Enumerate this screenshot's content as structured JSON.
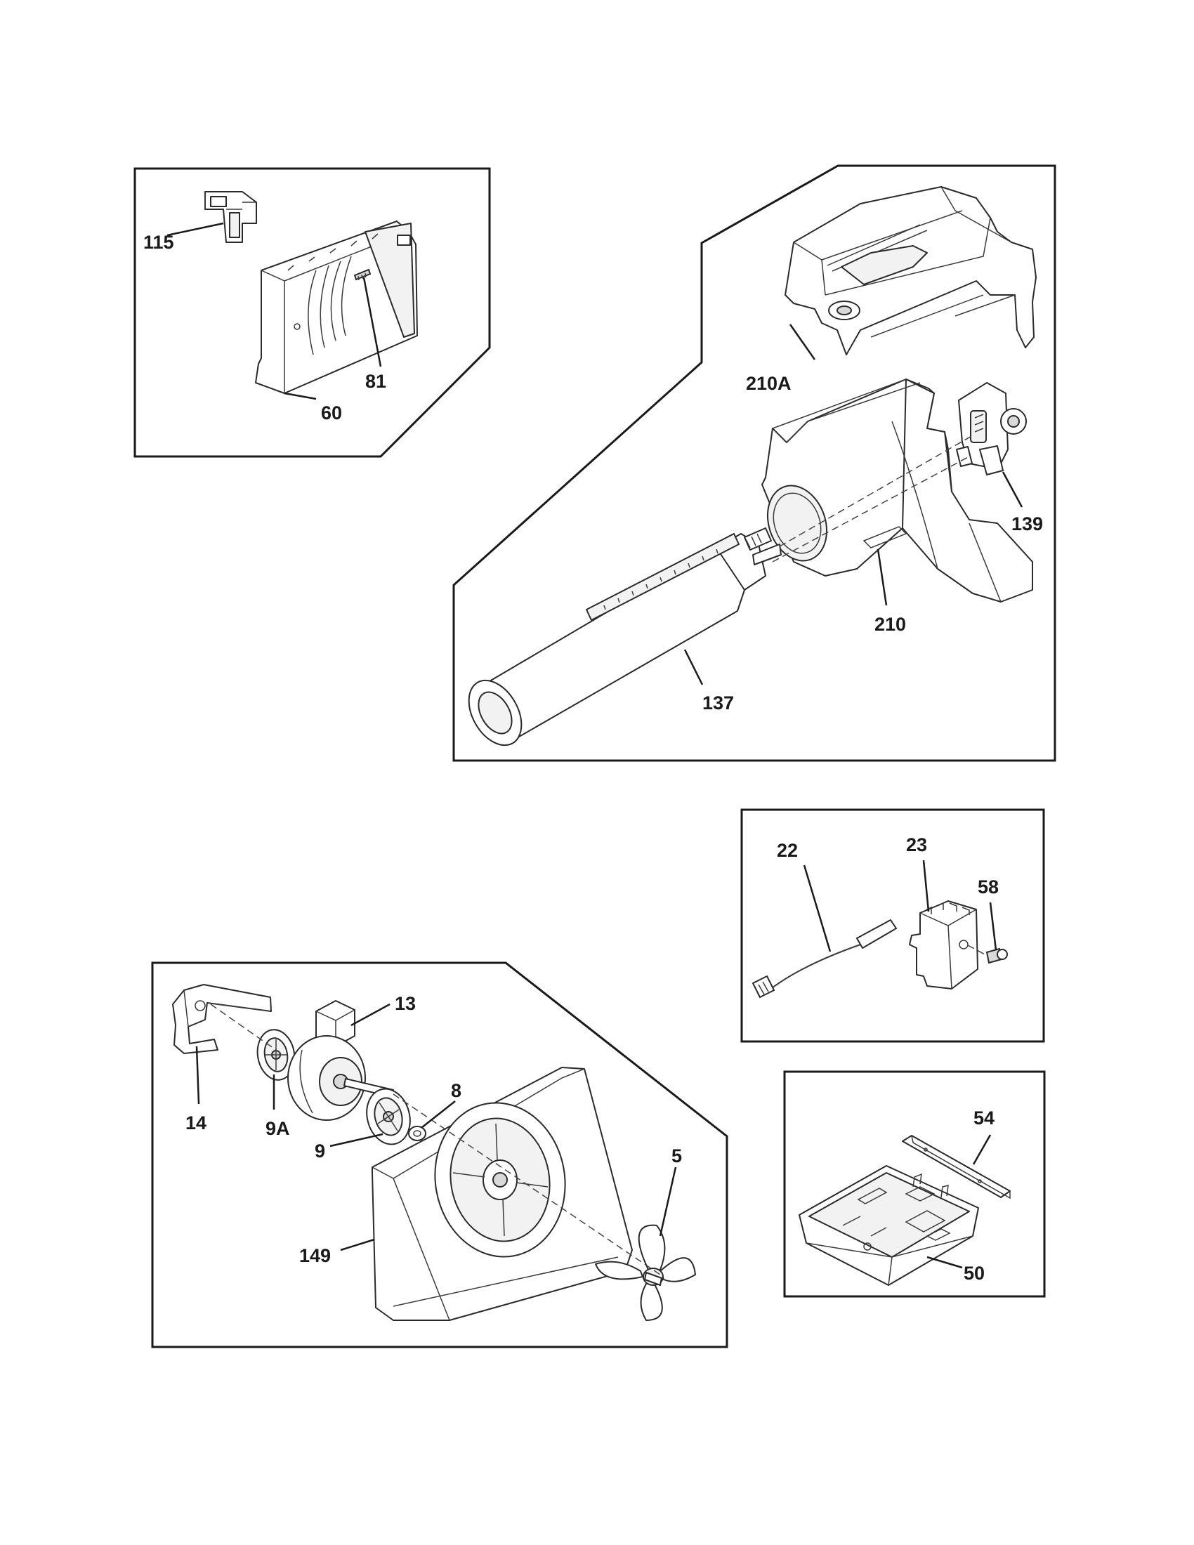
{
  "callouts": {
    "c115": "115",
    "c81": "81",
    "c60": "60",
    "c210a": "210A",
    "c139": "139",
    "c210": "210",
    "c137": "137",
    "c22": "22",
    "c23": "23",
    "c58": "58",
    "c13": "13",
    "c14": "14",
    "c9a": "9A",
    "c8": "8",
    "c9": "9",
    "c5": "5",
    "c149": "149",
    "c54": "54",
    "c50": "50"
  },
  "icons": {
    "screw": "screw-icon",
    "fan": "fan-blade-icon",
    "motor": "motor-icon",
    "filter": "water-filter-icon",
    "valve": "water-valve-icon"
  }
}
